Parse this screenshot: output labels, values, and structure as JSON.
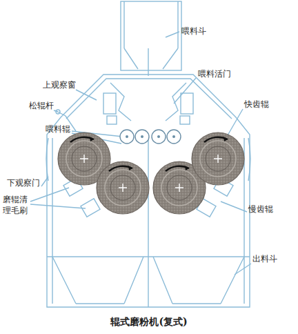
{
  "diagram": {
    "caption": "辊式磨粉机(复式)",
    "labels": [
      "喂料斗",
      "喂料活门",
      "上观察窗",
      "快齿辊",
      "松辊杆",
      "喂料辊",
      "下观察门",
      "磨辊清理毛刷",
      "慢齿辊",
      "出料斗"
    ]
  }
}
